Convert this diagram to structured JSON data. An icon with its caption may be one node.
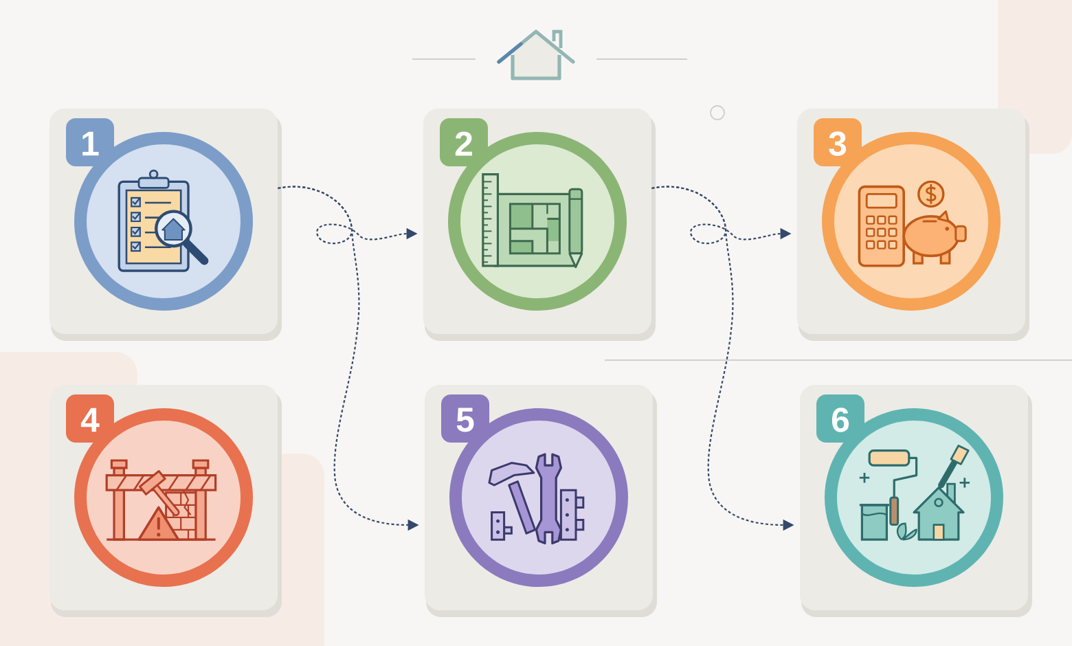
{
  "diagram": {
    "nodes": [
      {
        "text": [
          "1"
        ]
      },
      {
        "text": [
          "2"
        ]
      },
      {
        "text": [
          "3"
        ]
      },
      {
        "text": [
          "4"
        ]
      },
      {
        "text": [
          "5"
        ]
      },
      {
        "text": [
          "6"
        ]
      }
    ],
    "edges": [
      {
        "from": 0,
        "to": 1,
        "arrow": "to"
      },
      {
        "from": 0,
        "to": 4,
        "arrow": "to"
      },
      {
        "from": 1,
        "to": 2,
        "arrow": "to"
      },
      {
        "from": 1,
        "to": 5,
        "arrow": "to"
      }
    ]
  }
}
